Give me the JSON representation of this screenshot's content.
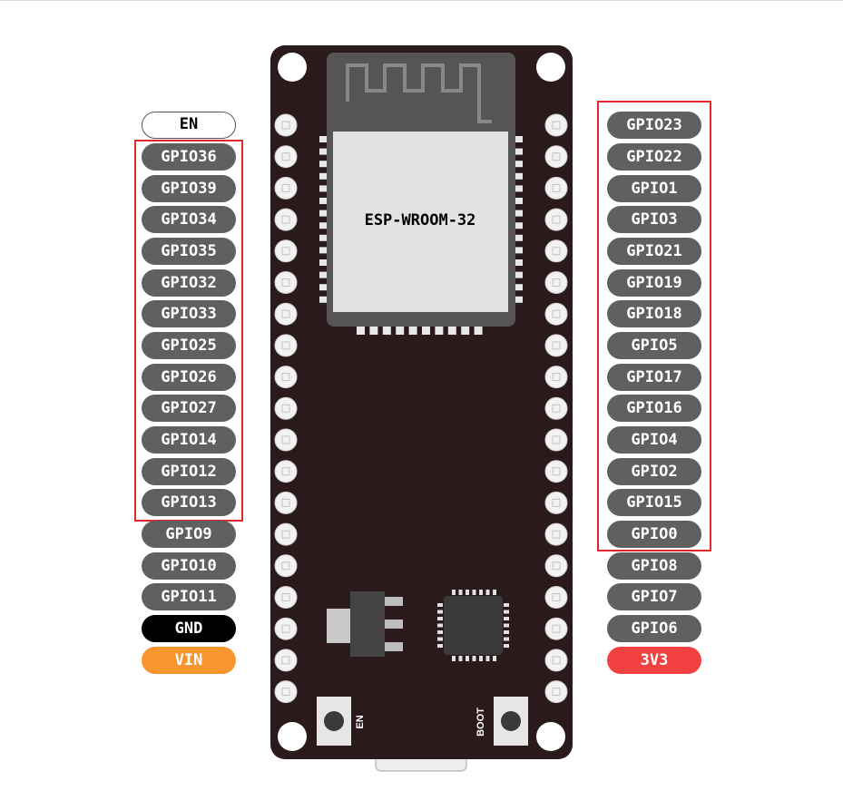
{
  "module_label": "ESP-WROOM-32",
  "buttons": {
    "en_label": "EN",
    "boot_label": "BOOT"
  },
  "left_pins": {
    "en": "EN",
    "gpio": [
      "GPIO36",
      "GPIO39",
      "GPIO34",
      "GPIO35",
      "GPIO32",
      "GPIO33",
      "GPIO25",
      "GPIO26",
      "GPIO27",
      "GPIO14",
      "GPIO12",
      "GPIO13",
      "GPIO9",
      "GPIO10",
      "GPIO11"
    ],
    "gnd": "GND",
    "vin": "VIN"
  },
  "right_pins": {
    "gpio": [
      "GPIO23",
      "GPIO22",
      "GPIO1",
      "GPIO3",
      "GPIO21",
      "GPIO19",
      "GPIO18",
      "GPIO5",
      "GPIO17",
      "GPIO16",
      "GPIO4",
      "GPIO2",
      "GPIO15",
      "GPIO0",
      "GPIO8",
      "GPIO7",
      "GPIO6"
    ],
    "v33": "3V3"
  },
  "colors": {
    "board": "#2a1a1c",
    "gpio_pill": "#606060",
    "vin_pill": "#f7962f",
    "v33_pill": "#f04040",
    "gnd_pill": "#000000",
    "highlight_box": "#e3262b"
  }
}
